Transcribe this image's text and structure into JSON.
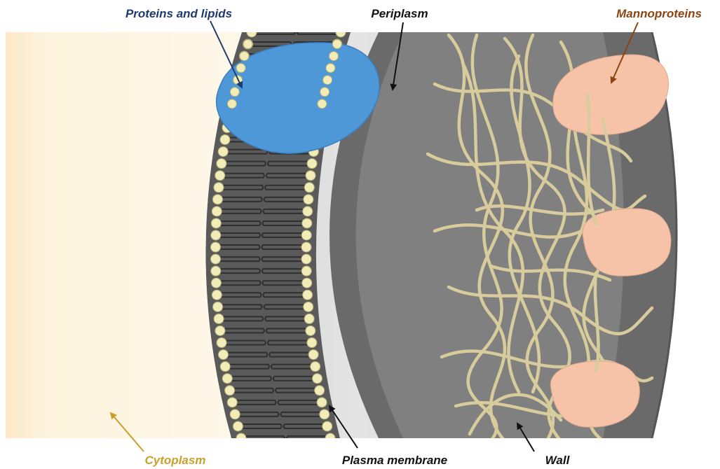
{
  "labels": {
    "proteins_lipids": "Proteins and lipids",
    "periplasm": "Periplasm",
    "mannoproteins": "Mannoproteins",
    "cytoplasm": "Cytoplasm",
    "plasma_membrane": "Plasma membrane",
    "wall": "Wall"
  },
  "colors": {
    "cytoplasm_fill": "#fdf3dd",
    "membrane_core": "#4a4a4a",
    "lipid_head": "#f1ecb8",
    "periplasm_fill": "#dcdcdc",
    "wall_fill": "#6f6f6f",
    "fiber": "#d6c99a",
    "protein_blue": "#4f98d8",
    "mannoprotein": "#f6c3a8",
    "label_blue": "#1f3a6b",
    "label_black": "#111111",
    "label_brown": "#8b4513",
    "label_gold": "#c9a12a"
  },
  "icons": [
    "arrow-icon"
  ]
}
